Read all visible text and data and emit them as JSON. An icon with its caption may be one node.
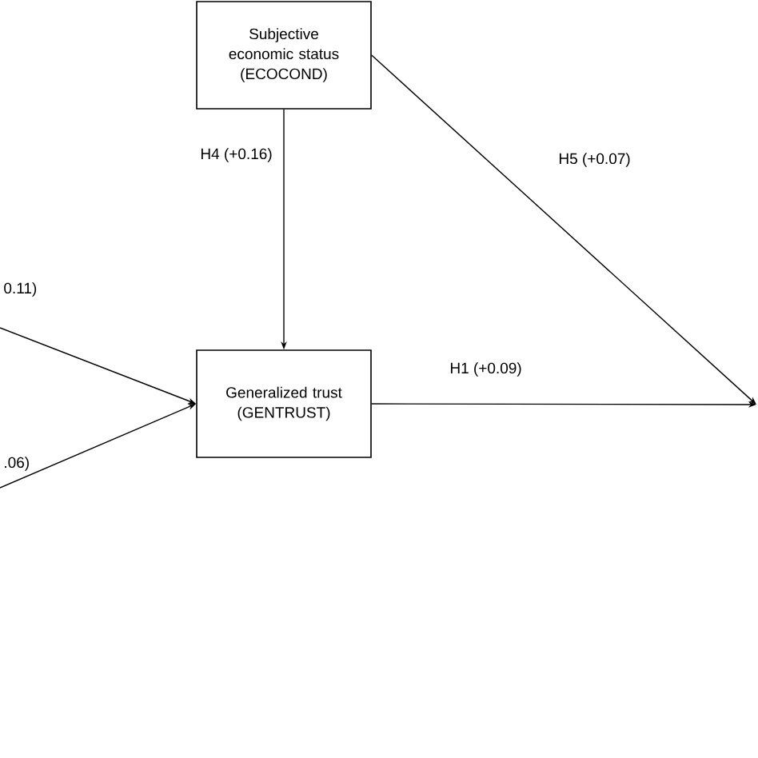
{
  "diagram": {
    "nodes": [
      {
        "text": [
          "Subjective economic status (ECOCOND)"
        ]
      },
      {
        "text": [
          "Generalized trust (GENTRUST)"
        ]
      }
    ],
    "edges": [
      {
        "from": 0,
        "to": 1,
        "arrow": "to",
        "label": "H4 (+0.16)"
      },
      {
        "from": 0,
        "to": null,
        "arrow": "to",
        "label": "H5 (+0.07)"
      },
      {
        "from": 1,
        "to": null,
        "arrow": "to",
        "label": "H1 (+0.09)"
      },
      {
        "from": null,
        "to": 1,
        "arrow": "to",
        "label": "0.11)"
      },
      {
        "from": null,
        "to": 1,
        "arrow": "to",
        "label": ".06)"
      }
    ]
  }
}
